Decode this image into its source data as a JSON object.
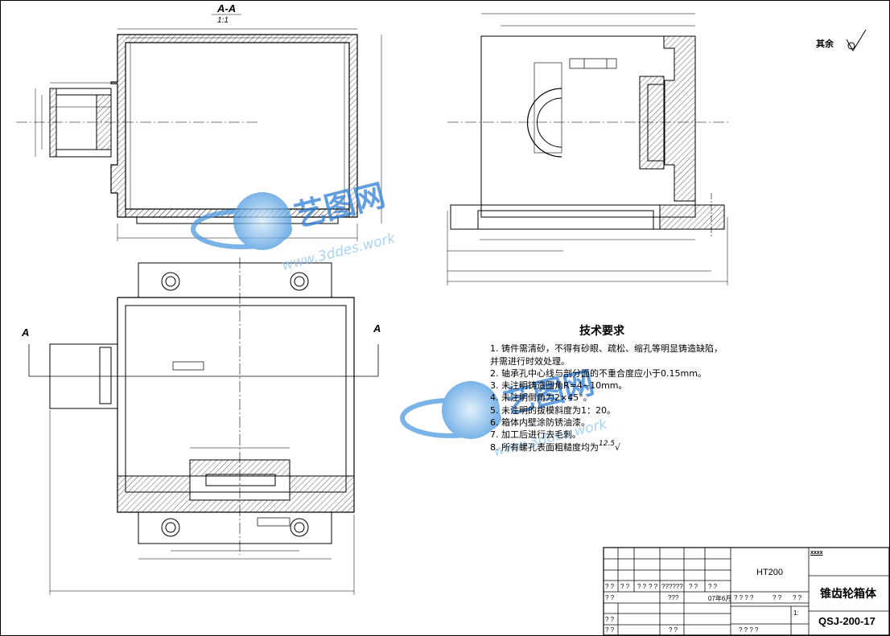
{
  "section_view": {
    "label": "A-A",
    "scale": "1:1"
  },
  "cut_plane": {
    "left_label": "A",
    "right_label": "A"
  },
  "tech_requirements": {
    "title": "技术要求",
    "items": [
      "1.  铸件需清砂，不得有砂眼、疏松、缩孔等明显铸造缺陷，",
      "     并需进行时效处理。",
      "2.  轴承孔中心线与剖分面的不重合度应小于0.15mm。",
      "3.  未注明铸造圆角R=4~10mm。",
      "4.  未注明倒角为2×45°。",
      "5.  未注明的拔模斜度为1：20。",
      "6.  箱体内壁涂防锈油漆。",
      "7.  加工后进行去毛刺。",
      "8.  所有螺孔表面粗糙度均为"
    ],
    "roughness_value": "12.5"
  },
  "surface_note": {
    "label": "其余"
  },
  "title_block": {
    "company": "xxxx",
    "material": "HT200",
    "part_name": "锥齿轮箱体",
    "drawing_code": "QSJ-200-17",
    "scale_value": "1:",
    "cells": {
      "r1": [
        "? ?",
        "? ?",
        "? ?",
        "? ?",
        "??????",
        "? ?",
        "? ?"
      ],
      "r2": [
        "? ?",
        "???",
        "07年6月",
        "? ? ? ?",
        "? ?",
        "? ?"
      ],
      "r3": [
        "? ?"
      ],
      "r4": [
        "? ?",
        "? ?",
        "? ? ? ?"
      ]
    }
  },
  "watermark": {
    "brand": "艺图网",
    "url": "www.3ddes.work"
  },
  "colors": {
    "line": "#000000",
    "hatch": "#333333",
    "watermark_blue": "#2f7fd6",
    "watermark_light": "#8fc3f0"
  }
}
